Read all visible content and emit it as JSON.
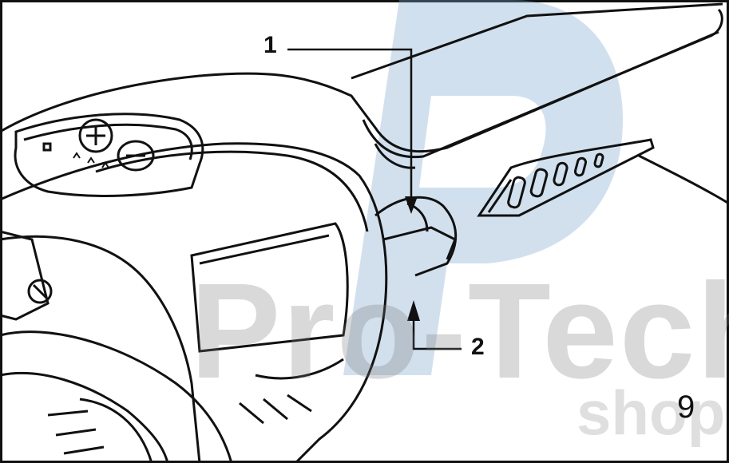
{
  "callouts": {
    "one": "1",
    "two": "2"
  },
  "figure_number": "9",
  "watermark": {
    "main": "Pro-Tech",
    "sub": "shop",
    "color": "#7da7cf"
  },
  "button_symbols": {
    "plus": "+",
    "minus": "−"
  }
}
